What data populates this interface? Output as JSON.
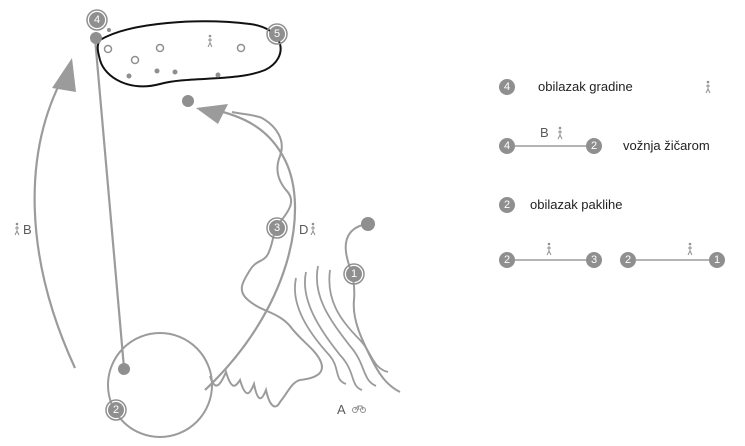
{
  "colors": {
    "route": "#9b9b9b",
    "outline": "#111111",
    "badge": "#8f8f8f",
    "text": "#222222",
    "label": "#6a6a6a"
  },
  "diagram": {
    "node_labels": {
      "n1": "1",
      "n2": "2",
      "n3": "3",
      "n4": "4",
      "n5": "5"
    },
    "route_labels": {
      "left_arc": "B",
      "right_route": "D",
      "bottom_start": "A"
    },
    "icons": [
      "walking-icon",
      "bicycle-icon"
    ]
  },
  "legend": {
    "row1": {
      "from": "4",
      "text": "obilazak gradine"
    },
    "row2": {
      "from": "4",
      "to": "2",
      "mode": "B",
      "text": "vožnja žičarom"
    },
    "row3": {
      "from": "2",
      "text": "obilazak paklihe"
    },
    "row4a": {
      "from": "2",
      "to": "3"
    },
    "row4b": {
      "from": "2",
      "to": "1"
    }
  }
}
